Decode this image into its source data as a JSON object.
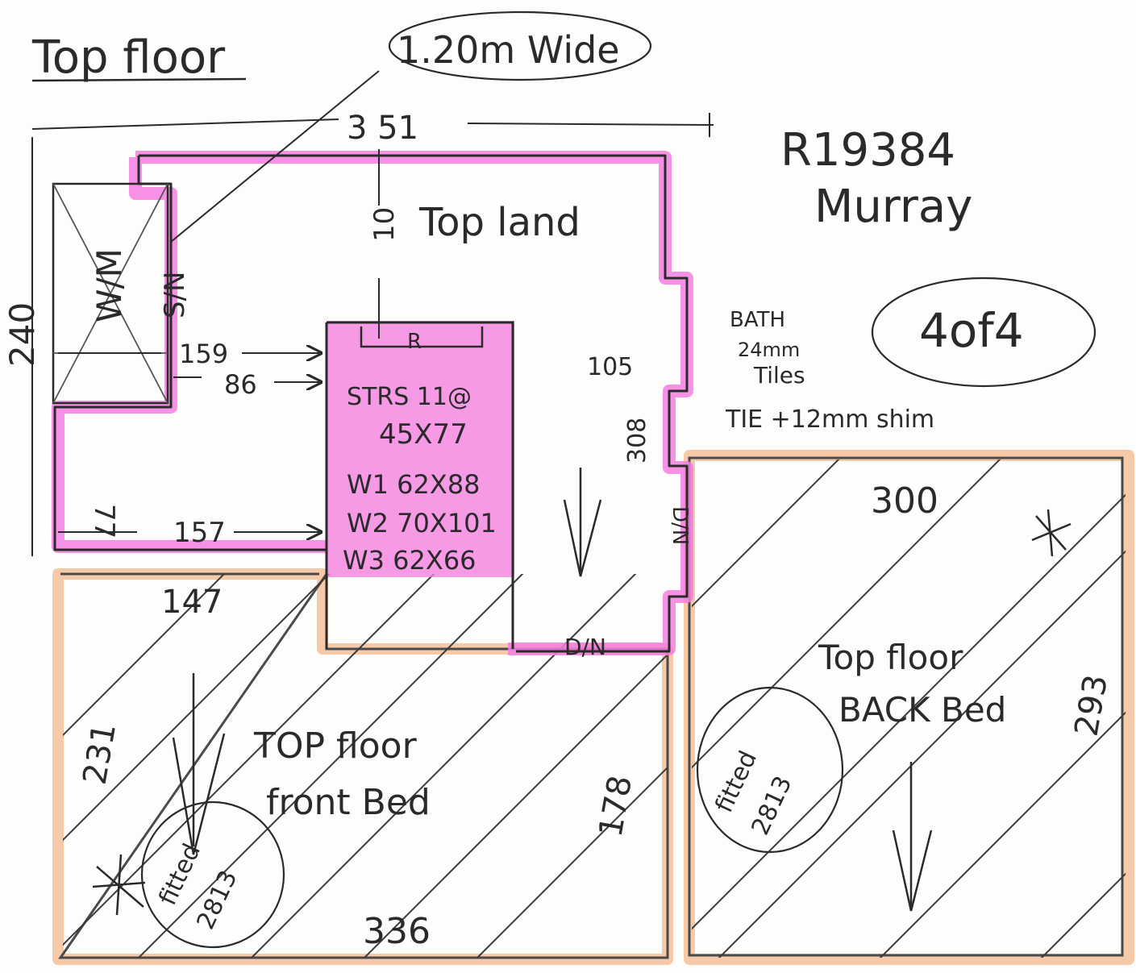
{
  "title": "Top floor",
  "callout_width": "1.20m Wide",
  "reference": "R19384",
  "customer": "Murray",
  "page_indicator": "4of4",
  "dims": {
    "overall_width": "3 51",
    "overall_height": "240",
    "landing_depth": "10",
    "bath_depth": "308",
    "bath_width": "105",
    "wm_to_stairs": "159",
    "sn_to_stairs": "86",
    "side_depth": "77",
    "side_width": "157",
    "front_top": "147",
    "front_left": "231",
    "front_right": "178",
    "front_bottom": "336",
    "back_top": "300",
    "back_right": "293"
  },
  "labels": {
    "top_land": "Top land",
    "wm": "W/M",
    "sn": "S/N",
    "r": "R",
    "dn_right": "D/N",
    "dn_bottom": "D/N",
    "bath_note_1": "BATH",
    "bath_note_2": "24mm",
    "bath_note_3": "Tiles",
    "tile_note": "TIE +12mm shim"
  },
  "stairs": {
    "line1": "STRS 11@",
    "line2": "45X77",
    "w1": "W1 62X88",
    "w2": "W2 70X101",
    "w3": "W3 62X66"
  },
  "rooms": {
    "front_name_1": "TOP floor",
    "front_name_2": "front Bed",
    "front_fitted_1": "fitted",
    "front_fitted_2": "2813",
    "back_name_1": "Top floor",
    "back_name_2": "BACK Bed",
    "back_fitted_1": "fitted",
    "back_fitted_2": "2813"
  },
  "colors": {
    "ink": "#2a2a2a",
    "highlight_pink": "#f47ee0",
    "highlight_orange": "#f6c9a8",
    "pencil": "#8a8a8a"
  }
}
